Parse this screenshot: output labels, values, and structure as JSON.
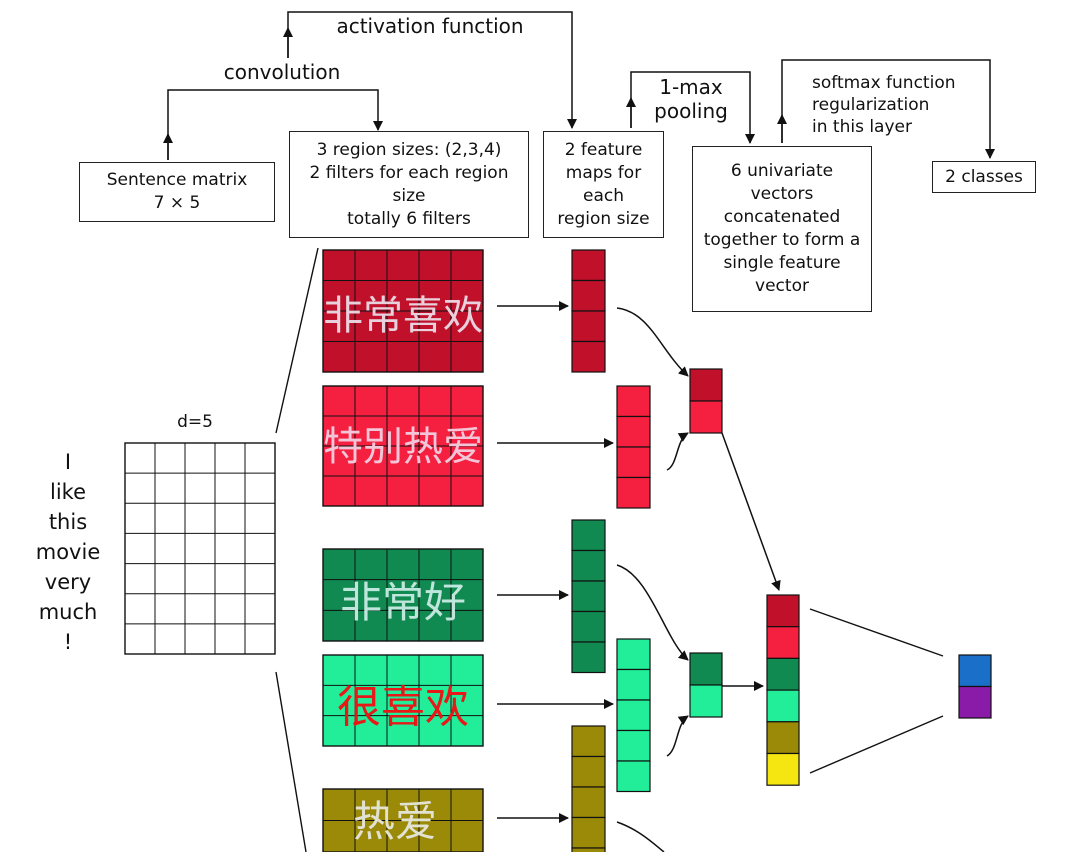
{
  "labels": {
    "activation_function": "activation function",
    "convolution": "convolution",
    "one_max_pooling": "1-max\npooling",
    "softmax_note": "softmax function\nregularization\nin this layer",
    "d_label": "d=5",
    "sentence_words": "I\nlike\nthis\nmovie\nvery\nmuch\n!"
  },
  "boxes": {
    "sentence_matrix": "Sentence matrix\n7 × 5",
    "region_sizes": "3 region sizes: (2,3,4)\n2 filters for each region\nsize\ntotally 6 filters",
    "feature_maps": "2 feature\nmaps for\neach\nregion size",
    "univariate_vectors": "6 univariate\nvectors\nconcatenated\ntogether to form a\nsingle feature\nvector",
    "two_classes": "2 classes"
  },
  "filters": [
    {
      "text": "非常喜欢",
      "color": "#c0102a",
      "text_color": "#e8d0dc"
    },
    {
      "text": "特别热爱",
      "color": "#f5203f",
      "text_color": "#f2c6d8"
    },
    {
      "text": "非常好",
      "color": "#108a50",
      "text_color": "#bfe6dc"
    },
    {
      "text": "很喜欢",
      "color": "#22ee99",
      "text_color": "#e81818"
    },
    {
      "text": "热爱",
      "color": "#9a8a08",
      "text_color": "#e2e2d2"
    }
  ],
  "colors": {
    "dark_red": "#c0102a",
    "red": "#f5203f",
    "dark_green": "#108a50",
    "light_green": "#22ee99",
    "olive": "#9a8a08",
    "yellow": "#f5e612",
    "blue": "#1a6fc9",
    "purple": "#8a1aa8"
  }
}
